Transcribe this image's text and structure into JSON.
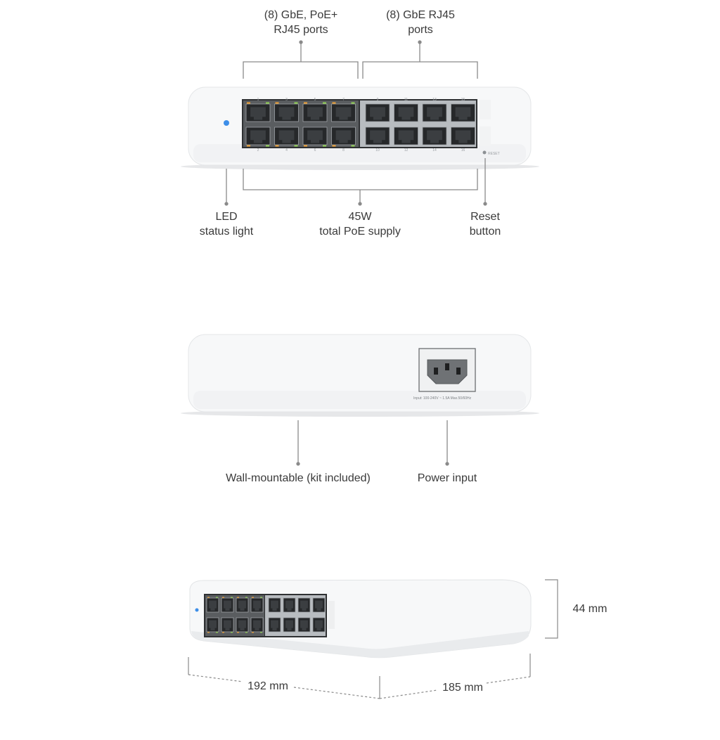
{
  "front_view": {
    "poe_ports_label": [
      "(8) GbE, PoE+",
      "RJ45 ports"
    ],
    "rj45_ports_label": [
      "(8) GbE RJ45",
      "ports"
    ],
    "led_label": [
      "LED",
      "status light"
    ],
    "poe_supply_label": [
      "45W",
      "total PoE supply"
    ],
    "reset_label": [
      "Reset",
      "button"
    ],
    "port_numbers_top": [
      "1",
      "3",
      "5",
      "7",
      "9",
      "11",
      "13",
      "15"
    ],
    "port_numbers_bottom": [
      "2",
      "4",
      "6",
      "8",
      "10",
      "12",
      "14",
      "16"
    ],
    "reset_marking": "RESET",
    "led_color": "#3d8ee8"
  },
  "rear_view": {
    "wall_mount_label": "Wall-mountable (kit included)",
    "power_input_label": "Power input",
    "power_rating": "Input: 100-240V ~ 1.5A Max.50/60Hz"
  },
  "dimensions": {
    "height": "44 mm",
    "width": "192 mm",
    "depth": "185 mm"
  },
  "colors": {
    "poe_led": "#f0a030",
    "link_led": "#8fd14f",
    "device_body": "#f6f7f8"
  }
}
